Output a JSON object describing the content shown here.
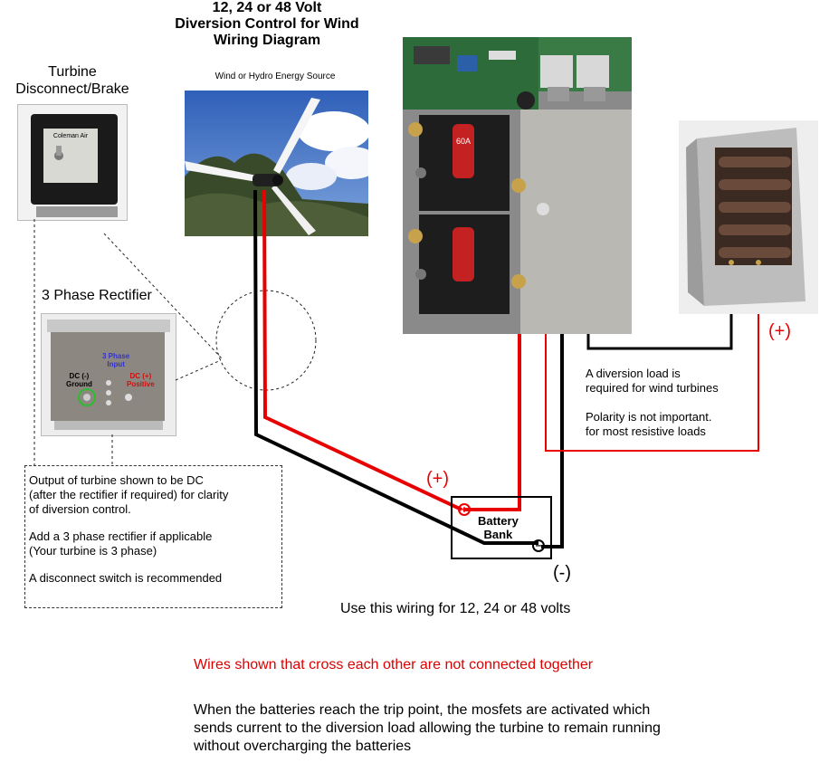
{
  "title": "12, 24 or 48 Volt\nDiversion Control for Wind\nWiring Diagram",
  "source_label": "Wind or Hydro Energy Source",
  "turbine_disconnect_label": "Turbine\nDisconnect/Brake",
  "disconnect_box_text": "Coleman Air",
  "rectifier_label": "3 Phase Rectifier",
  "rectifier_input_label": "3 Phase\nInput",
  "rectifier_neg_label": "DC (-)\nGround",
  "rectifier_pos_label": "DC (+)\nPositive",
  "breaker_label": "60A",
  "note_box": [
    "Output of turbine shown to be DC\n(after the rectifier if required) for clarity\nof diversion control.",
    "Add a 3 phase rectifier if applicable\n(Your turbine is 3 phase)",
    "A disconnect switch is recommended"
  ],
  "diversion_note_1": "A diversion load is\nrequired for wind turbines",
  "diversion_note_2": "Polarity is not important.\nfor most resistive loads",
  "battery_label": "Battery\nBank",
  "plus_battery": "(+)",
  "plus_load": "(+)",
  "minus_label": "(-)",
  "use_wiring": "Use this wiring for 12, 24 or 48 volts",
  "warning": "Wires shown that cross each other are not connected together",
  "explanation": "When the batteries reach the trip point, the mosfets are activated which\nsends current to the diversion load allowing the turbine to remain running\nwithout overcharging the batteries",
  "colors": {
    "wire_pos": "#e80000",
    "wire_neg": "#000000",
    "warning_text": "#d00000",
    "sky": "#3f6fc4"
  }
}
